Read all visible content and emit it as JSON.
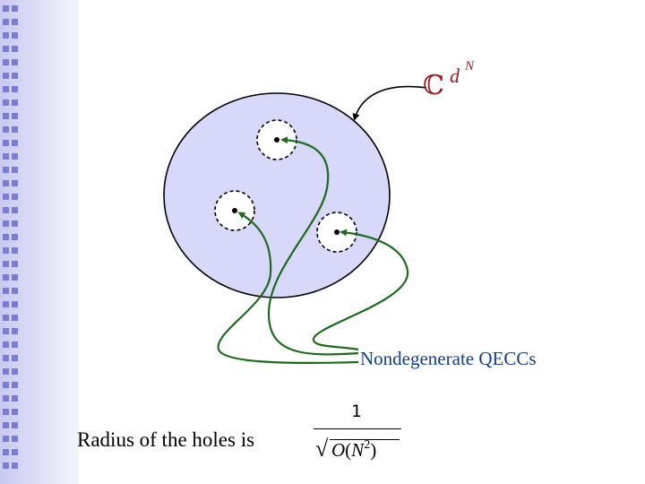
{
  "diagram": {
    "space_label": {
      "base": "ℂ",
      "exponent_base": "d",
      "exponent_power": "N"
    },
    "arrow_label": "Nondegenerate QECCs",
    "caption": "Radius of the holes is",
    "formula": {
      "numerator": "1",
      "denominator_func": "O",
      "denominator_var": "N",
      "denominator_exp": "2",
      "open_paren": "(",
      "close_paren": ")",
      "radical": "√"
    },
    "hole_count": 3,
    "colors": {
      "sidebar_bullet": "#7b7bd9",
      "ball_fill": "#d8d8fa",
      "arrow_green": "#1d6b1d",
      "label_blue": "#0f3e99",
      "space_label_red": "#9a1a1a"
    }
  }
}
